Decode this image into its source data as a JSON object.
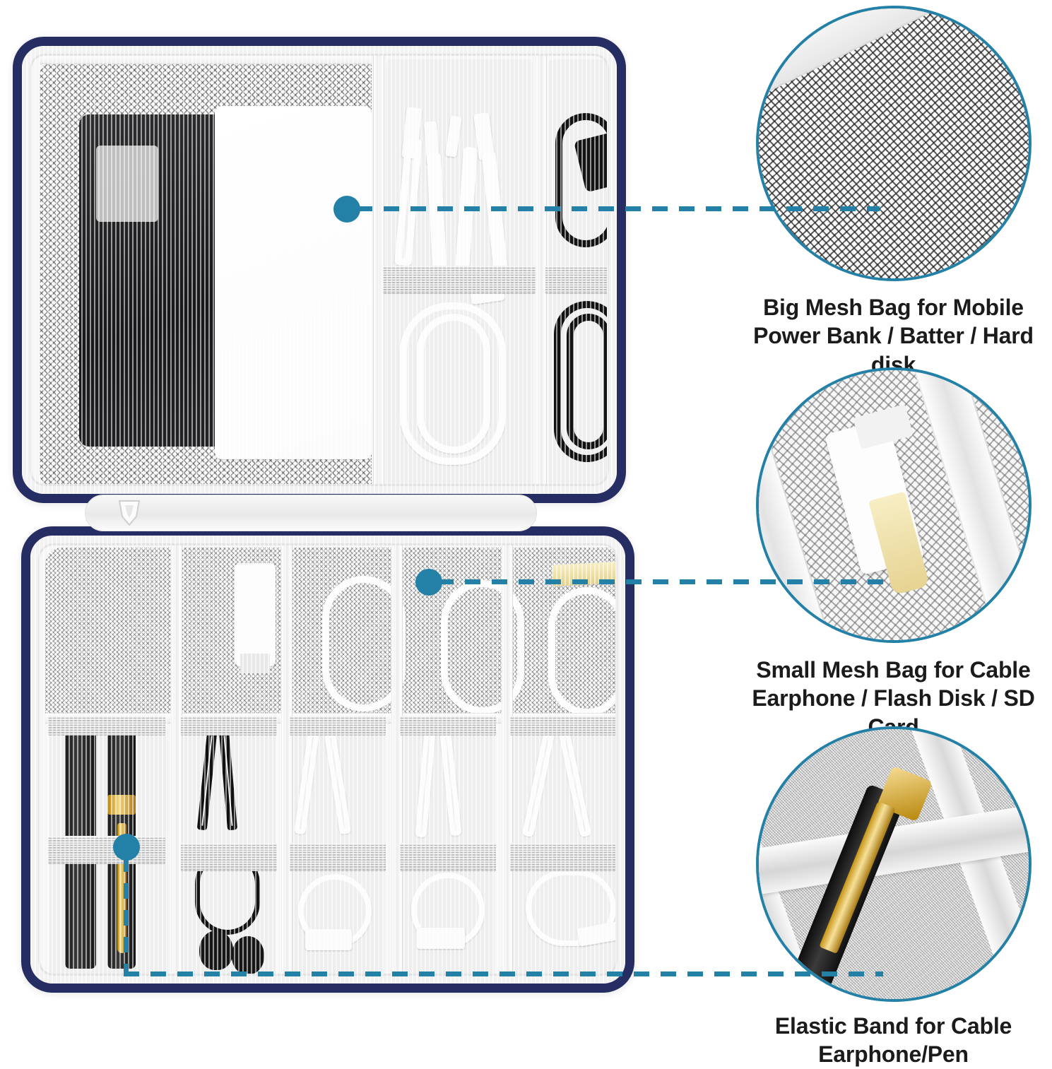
{
  "image": {
    "kind": "product-infographic",
    "subject": "Electronics travel organizer case",
    "background_color": "#ffffff",
    "accent_color": "#2380a6",
    "case_trim_color": "#252d63"
  },
  "callouts": [
    {
      "id": "big-mesh",
      "caption_line1": "Big Mesh Bag for Mobile",
      "caption_line2": "Power Bank / Batter / Hard disk",
      "marker_label": "callout-dot-big-mesh",
      "inset_label": "Close-up of big mesh pocket holding a dark power bank"
    },
    {
      "id": "small-mesh",
      "caption_line1": "Small Mesh Bag for Cable",
      "caption_line2": "Earphone / Flash Disk / SD Card",
      "marker_label": "callout-dot-small-mesh",
      "inset_label": "Close-up of small mesh pocket holding a white USB flash drive with gold clip"
    },
    {
      "id": "elastic-band",
      "caption_line1": "Elastic Band for Cable",
      "caption_line2": "Earphone/Pen",
      "marker_label": "callout-dot-elastic-band",
      "inset_label": "Close-up of grey elastic band securing a black and gold pen"
    }
  ],
  "case": {
    "top_panel": {
      "label": "Top compartment",
      "contents": [
        "Mobile power bank behind big mesh pocket",
        "Tablet / phone slot",
        "Bundled white charging cables under elastic band",
        "Black power cable under elastic band"
      ]
    },
    "bottom_panel": {
      "label": "Bottom compartment",
      "contents": [
        "Black and gold pens under elastic band",
        "Black earphones with coiled cord",
        "White USB cable coils in mesh pockets",
        "White USB-A and USB-C cables under elastic bands",
        "White flash disk in mesh pocket",
        "Gold USB flash drive in mesh pocket"
      ]
    }
  }
}
